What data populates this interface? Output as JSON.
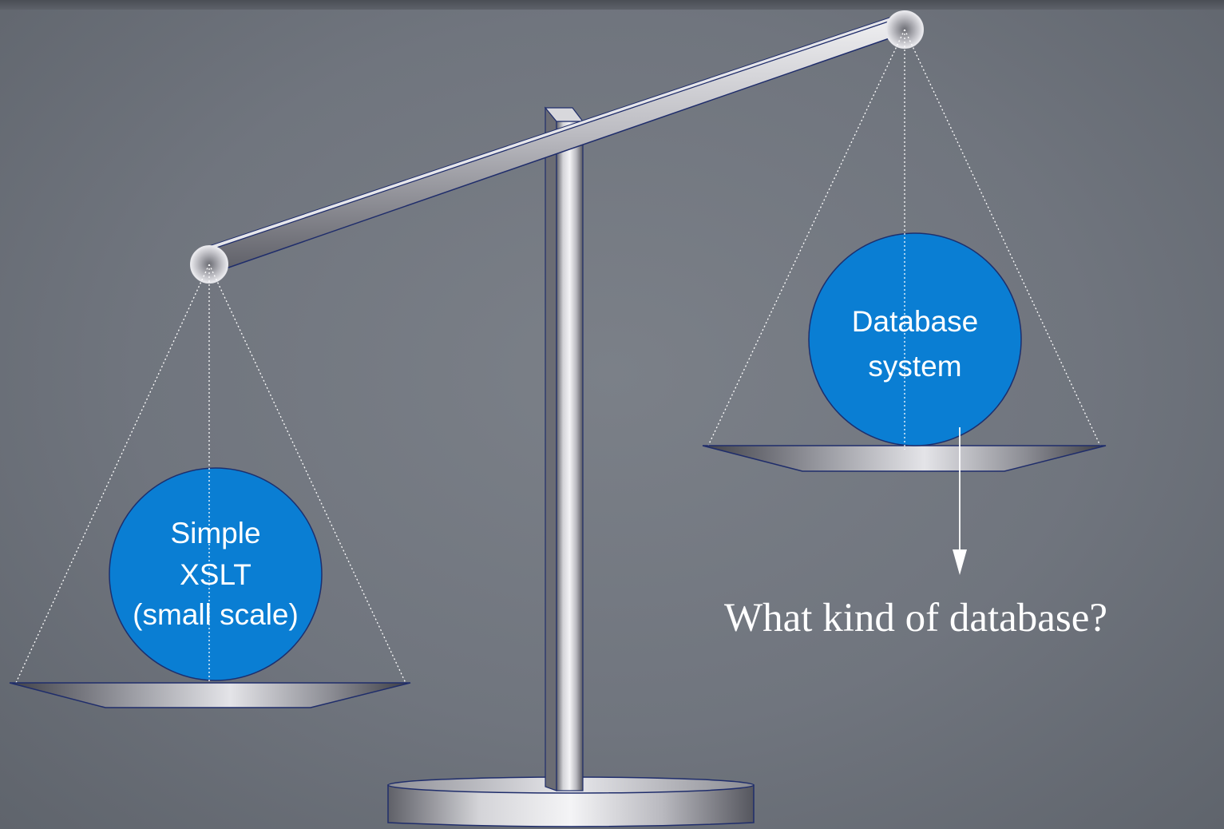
{
  "left_pan": {
    "ball_lines": [
      "Simple",
      "XSLT",
      "(small scale)"
    ]
  },
  "right_pan": {
    "ball_lines": [
      "Database",
      "system"
    ]
  },
  "question": "What kind of database?",
  "colors": {
    "ball": "#0a7ed3",
    "metal_outline": "#1f2d6b",
    "string": "#ffffff",
    "text": "#ffffff"
  }
}
